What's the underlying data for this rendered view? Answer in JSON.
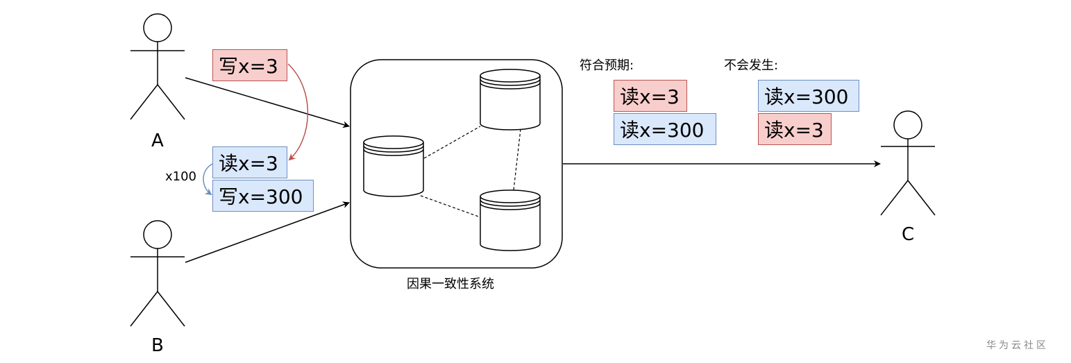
{
  "actors": {
    "a_label": "A",
    "b_label": "B",
    "c_label": "C"
  },
  "ops": {
    "a_write": "写x=3",
    "b_read": "读x=3",
    "b_write": "写x=300",
    "repeat": "x100"
  },
  "system": {
    "label": "因果一致性系统"
  },
  "expected": {
    "title": "符合预期:",
    "first": "读x=3",
    "second": "读x=300"
  },
  "not_happen": {
    "title": "不会发生:",
    "first": "读x=300",
    "second": "读x=3"
  },
  "watermark": "华为云社区",
  "colors": {
    "red_fill": "#f8cecc",
    "red_stroke": "#b85450",
    "blue_fill": "#dae8fc",
    "blue_stroke": "#6c8ebf"
  }
}
